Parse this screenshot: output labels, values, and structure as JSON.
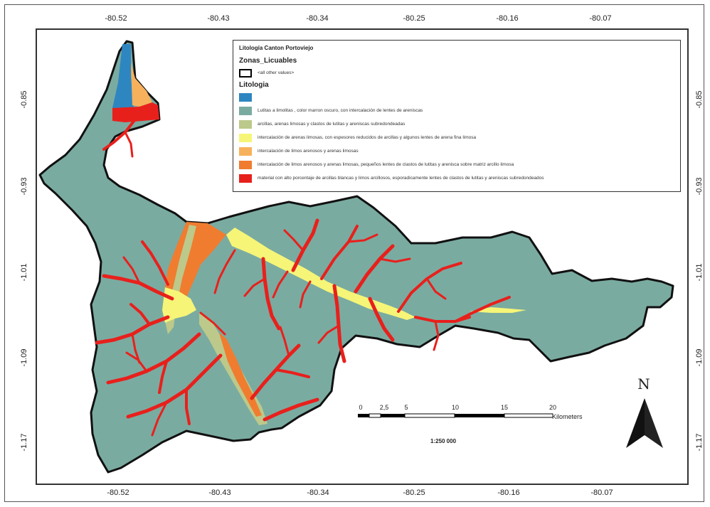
{
  "axes": {
    "x_ticks": [
      "-80.52",
      "-80.43",
      "-80.34",
      "-80.25",
      "-80.16",
      "-80.07"
    ],
    "y_ticks": [
      "-0.85",
      "-0.93",
      "-1.01",
      "-1.09",
      "-1.17"
    ]
  },
  "legend": {
    "title": "Litología Canton Portoviejo",
    "group1_title": "Zonas_Licuables",
    "group1_item": "<all other values>",
    "group2_title": "Litologia",
    "items": [
      {
        "color": "#2e86c1",
        "label": ""
      },
      {
        "color": "#7aaba1",
        "label": "Lutitas a limolitas , color marron oscuro, con intercalación de lentes de areniscas"
      },
      {
        "color": "#bcc98a",
        "label": "arcillas, arenas limosas  y clastos de lutitas y areniscas subredondeadas"
      },
      {
        "color": "#f6f577",
        "label": "intercalación de arenas limosas, con espesores reducidos de arcillas y algunos lentes de arena fina limosa"
      },
      {
        "color": "#f7b15c",
        "label": "intercalación de limos arenosos y arenas limosas"
      },
      {
        "color": "#f07c30",
        "label": "intercalación de limos arenosos y arenas limosas, pequeños lentes de clastos de lutitas y arenisca sobre matriz arcillo limosa"
      },
      {
        "color": "#e8201c",
        "label": "material con alto porcentaje de arcillas blancas y limos arcillosos, esporadicamente lentes de clastos de lutitas y areniscas subredondeados"
      }
    ]
  },
  "scale_bar": {
    "labels": [
      "0",
      "2,5",
      "5",
      "10",
      "15",
      "20"
    ],
    "unit": "Kilometers",
    "ratio": "1:250 000"
  },
  "north_arrow": {
    "letter": "N"
  },
  "colors": {
    "base": "#7aaba1",
    "red": "#e8201c",
    "yellow": "#f6f577",
    "orange": "#f07c30",
    "light_orange": "#f7b15c",
    "olive": "#bcc98a",
    "blue": "#2e86c1"
  }
}
